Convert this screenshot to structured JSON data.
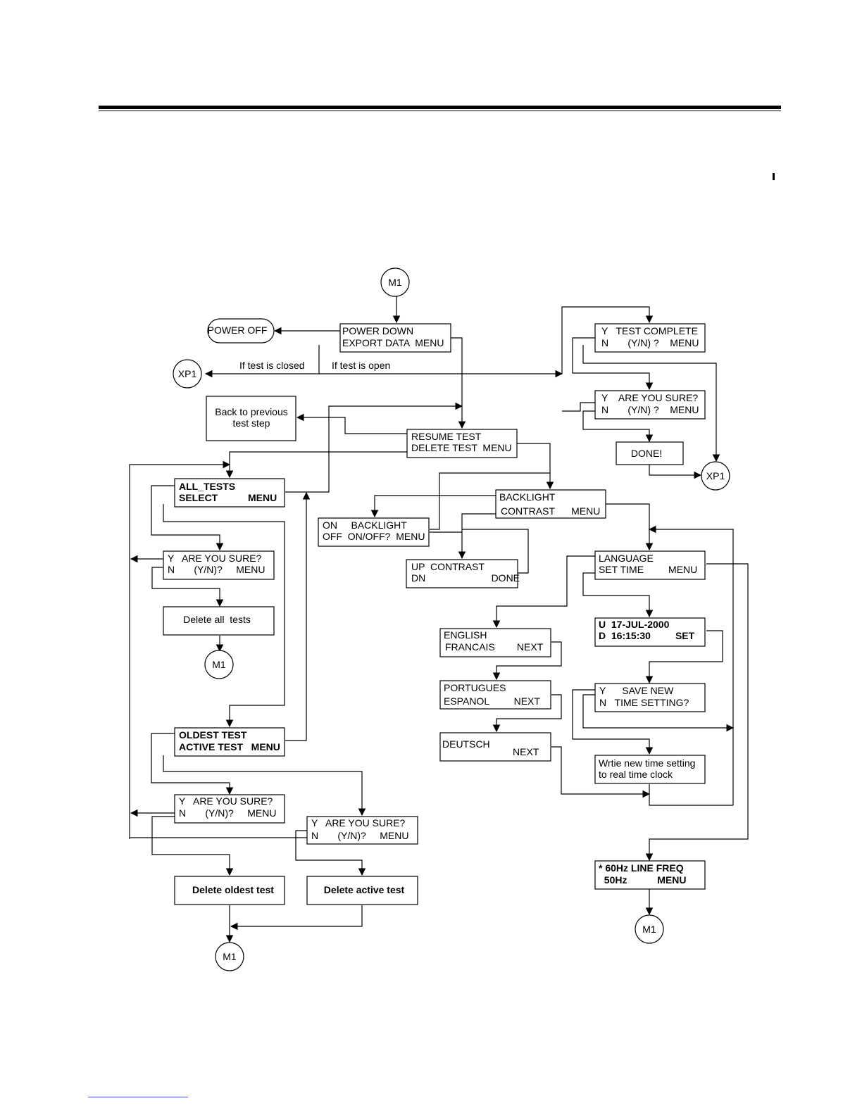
{
  "connectors": {
    "m1": "M1",
    "xp1": "XP1"
  },
  "nodes": {
    "power_off": "POWER OFF",
    "power_down_1": "POWER DOWN",
    "power_down_2": "EXPORT DATA  MENU",
    "test_complete_1": "Y   TEST COMPLETE",
    "test_complete_2": "N       (Y/N) ?    MENU",
    "sure_top_1": "Y    ARE YOU SURE?",
    "sure_top_2": "N       (Y/N) ?    MENU",
    "done": "DONE!",
    "back_prev_1": "Back to previous",
    "back_prev_2": "test step",
    "resume_1": "RESUME TEST",
    "resume_2": "DELETE TEST  MENU",
    "all_tests_1": "ALL_TESTS",
    "all_tests_2": "SELECT           MENU",
    "backlight_1": "BACKLIGHT",
    "backlight_2": "CONTRAST      MENU",
    "on_off_1": "ON     BACKLIGHT",
    "on_off_2": "OFF  ON/OFF?  MENU",
    "sure_all_1": "Y   ARE YOU SURE?",
    "sure_all_2": "N       (Y/N)?     MENU",
    "contrast_1": "UP  CONTRAST",
    "contrast_2": "DN                        DONE",
    "language_1": "LANGUAGE",
    "language_2": "SET TIME         MENU",
    "delete_all": "Delete all  tests",
    "eng_1": "ENGLISH",
    "eng_2": "FRANCAIS        NEXT",
    "time_1": "U  17-JUL-2000",
    "time_2": "D  16:15:30         SET",
    "port_1": "PORTUGUES",
    "port_2": "ESPANOL         NEXT",
    "save_time_1": "Y      SAVE NEW",
    "save_time_2": "N   TIME SETTING?",
    "deutsch_1": "DEUTSCH",
    "deutsch_2": "NEXT",
    "oldest_1": "OLDEST TEST",
    "oldest_2": "ACTIVE TEST   MENU",
    "write_time_1": "Wrtie new time setting",
    "write_time_2": "to real time clock",
    "sure_old_1": "Y   ARE YOU SURE?",
    "sure_old_2": "N       (Y/N)?     MENU",
    "sure_active_1": "Y   ARE YOU SURE?",
    "sure_active_2": "N       (Y/N)?     MENU",
    "line_freq_1": "* 60Hz LINE FREQ",
    "line_freq_2": "  50Hz           MENU",
    "delete_oldest": "Delete oldest test",
    "delete_active": "Delete active test"
  },
  "labels": {
    "if_closed": "If test is closed",
    "if_open": "If test is open"
  }
}
